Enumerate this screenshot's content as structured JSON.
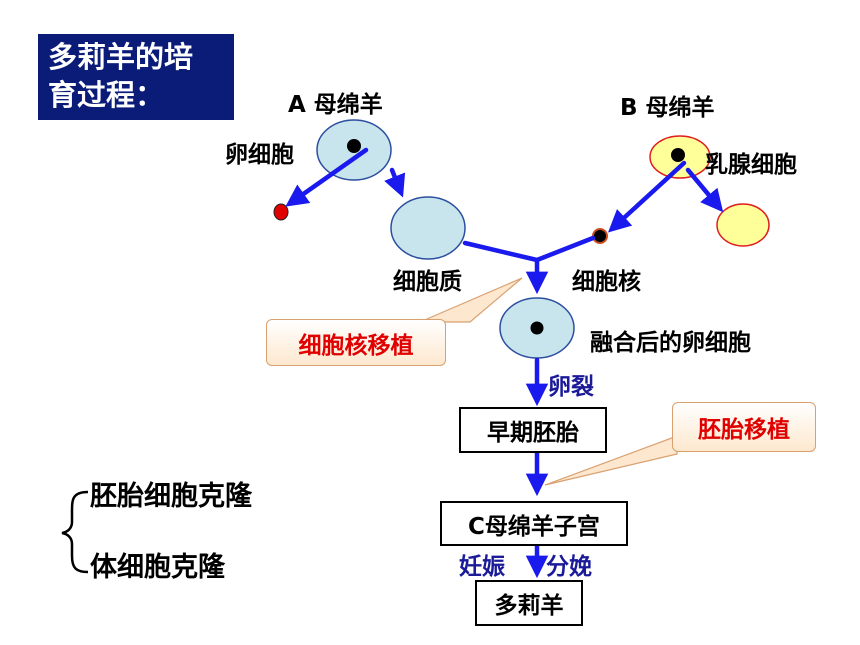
{
  "title": {
    "line1": "多莉羊的培",
    "line2": "育过程："
  },
  "labels": {
    "sheep_a": "A 母绵羊",
    "sheep_b": "B 母绵羊",
    "egg_cell": "卵细胞",
    "mammary_cell": "乳腺细胞",
    "cytoplasm": "细胞质",
    "nucleus": "细胞核",
    "fused_egg": "融合后的卵细胞",
    "cleavage": "卵裂",
    "pregnancy": "妊娠",
    "delivery": "分娩"
  },
  "boxes": {
    "early_embryo": "早期胚胎",
    "sheep_c_uterus": "C母绵羊子宫",
    "dolly": "多莉羊"
  },
  "callouts": {
    "nuclear_transfer": "细胞核移植",
    "embryo_transfer": "胚胎移植"
  },
  "clone_types": {
    "embryonic": "胚胎细胞克隆",
    "somatic": "体细胞克隆"
  },
  "colors": {
    "arrow": "#1a1aee",
    "title_bg": "#0b1c78",
    "egg_fill": "#c8e4ec",
    "mammary_fill": "#ffff99",
    "nucleus_red": "#e00000",
    "callout_text": "#e00000"
  }
}
